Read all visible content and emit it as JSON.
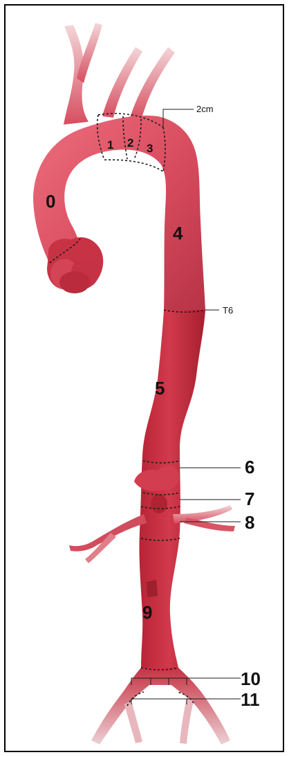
{
  "diagram": {
    "zones": [
      {
        "id": "zone-0",
        "label": "0"
      },
      {
        "id": "zone-1",
        "label": "1"
      },
      {
        "id": "zone-2",
        "label": "2"
      },
      {
        "id": "zone-3",
        "label": "3"
      },
      {
        "id": "zone-4",
        "label": "4"
      },
      {
        "id": "zone-5",
        "label": "5"
      },
      {
        "id": "zone-6",
        "label": "6"
      },
      {
        "id": "zone-7",
        "label": "7"
      },
      {
        "id": "zone-8",
        "label": "8"
      },
      {
        "id": "zone-9",
        "label": "9"
      },
      {
        "id": "zone-10",
        "label": "10"
      },
      {
        "id": "zone-11",
        "label": "11"
      }
    ],
    "annotations": {
      "two_cm": "2cm",
      "t6": "T6"
    },
    "colors": {
      "arch": "#D84B5E",
      "arch_light": "#EE7885",
      "descending": "#C93042",
      "descending_dark": "#A5202F",
      "boundary": "#1A1A1A"
    }
  }
}
